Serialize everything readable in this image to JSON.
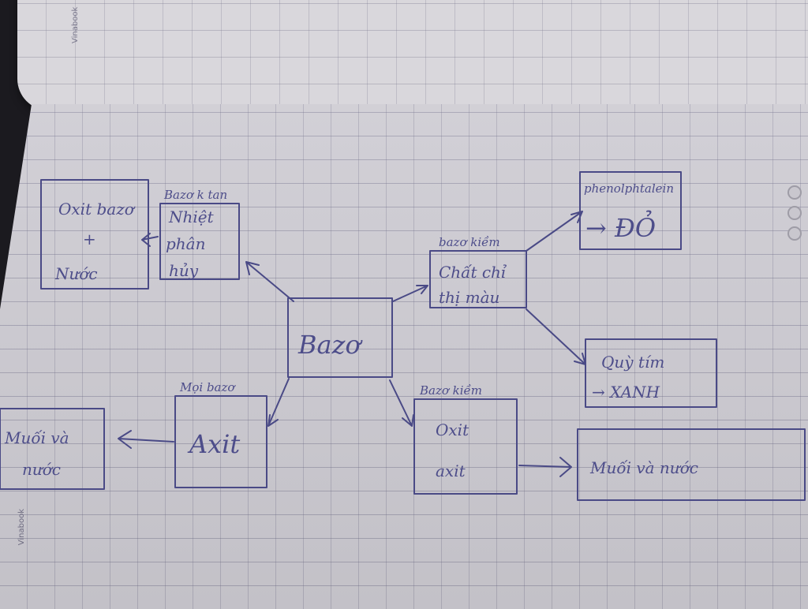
{
  "notebook": {
    "brand": "Vinabook"
  },
  "mindmap": {
    "center": "Bazơ",
    "nodes": {
      "tan": {
        "caption": "Bazơ k tan",
        "lines": [
          "Nhiệt",
          "phân",
          "hủy"
        ]
      },
      "oxit_bazo": {
        "lines": [
          "Oxit bazơ",
          "+",
          "Nước"
        ]
      },
      "kiem_indicator": {
        "caption": "bazơ kiềm",
        "lines": [
          "Chất chỉ",
          "thị màu"
        ]
      },
      "phenol": {
        "lines": [
          "phenolphtalein",
          "→ ĐỎ"
        ]
      },
      "quy_tim": {
        "lines": [
          "Quỳ tím",
          "→ XANH"
        ]
      },
      "acid": {
        "caption": "Mọi bazơ",
        "lines": [
          "Axit"
        ]
      },
      "muoi_nuoc_left": {
        "lines": [
          "Muối và",
          "nước"
        ]
      },
      "kiem_oxit": {
        "caption": "Bazơ kiềm",
        "lines": [
          "Oxit",
          "axit"
        ]
      },
      "muoi_nuoc_right": {
        "lines": [
          "Muối và nước"
        ]
      }
    }
  }
}
